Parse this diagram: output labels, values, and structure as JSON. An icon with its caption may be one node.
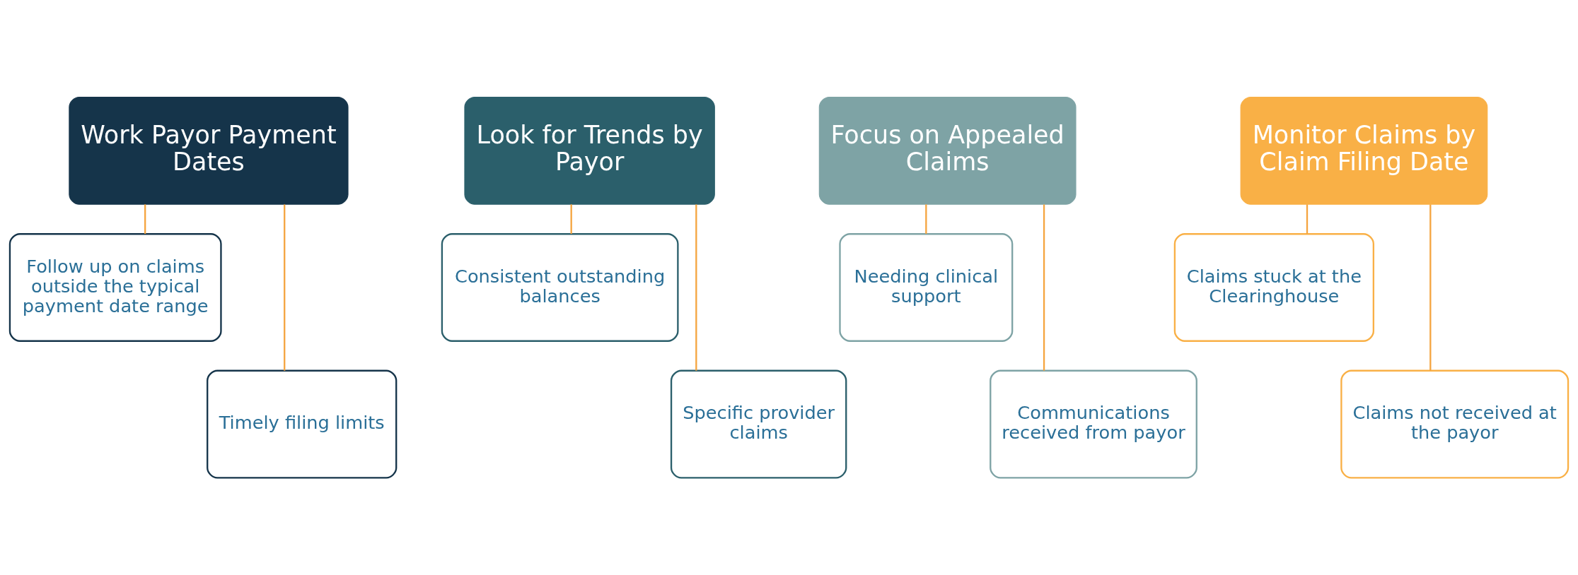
{
  "diagram": {
    "nodes": [
      {
        "text": [
          "Work Payor Payment Dates"
        ]
      },
      {
        "text": [
          "Follow up on claims outside the typical payment date range"
        ]
      },
      {
        "text": [
          "Timely filing limits"
        ]
      },
      {
        "text": [
          "Look for Trends by Payor"
        ]
      },
      {
        "text": [
          "Consistent outstanding balances"
        ]
      },
      {
        "text": [
          "Specific provider claims"
        ]
      },
      {
        "text": [
          "Focus on Appealed Claims"
        ]
      },
      {
        "text": [
          "Needing clinical support"
        ]
      },
      {
        "text": [
          "Communications received from payor"
        ]
      },
      {
        "text": [
          "Monitor Claims by Claim Filing Date"
        ]
      },
      {
        "text": [
          "Claims stuck at the Clearinghouse"
        ]
      },
      {
        "text": [
          "Claims not received at the payor"
        ]
      }
    ],
    "edges": [
      {
        "from": 0,
        "to": 1,
        "arrow": "none"
      },
      {
        "from": 0,
        "to": 2,
        "arrow": "none"
      },
      {
        "from": 3,
        "to": 4,
        "arrow": "none"
      },
      {
        "from": 3,
        "to": 5,
        "arrow": "none"
      },
      {
        "from": 6,
        "to": 7,
        "arrow": "none"
      },
      {
        "from": 6,
        "to": 8,
        "arrow": "none"
      },
      {
        "from": 9,
        "to": 10,
        "arrow": "none"
      },
      {
        "from": 9,
        "to": 11,
        "arrow": "none"
      }
    ]
  }
}
